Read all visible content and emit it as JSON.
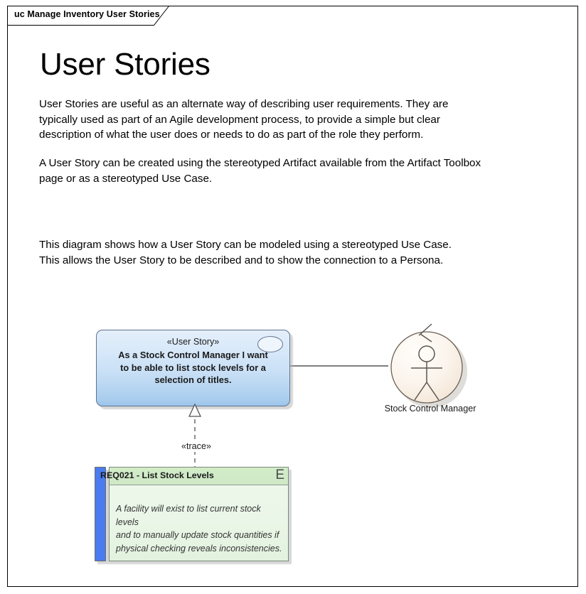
{
  "frame": {
    "tab_label": "uc Manage Inventory User Stories"
  },
  "content": {
    "title": "User Stories",
    "paragraph_1": "User Stories are useful as an alternate way of describing user requirements.  They are\ntypically used as part of an Agile development process, to provide a simple but clear\ndescription of what the user does or needs to do as part of the role they perform.",
    "paragraph_2": "A User Story can be created using the stereotyped Artifact available from the Artifact Toolbox\npage or as a stereotyped Use Case.",
    "paragraph_3": "This diagram shows how a User Story can be modeled using a stereotyped Use Case.\nThis allows the User Story to be described and to show the connection to a Persona."
  },
  "diagram": {
    "use_case": {
      "stereotype": "«User Story»",
      "name": "As a Stock Control Manager I want\nto be able to list stock levels for a\nselection of titles.",
      "icon": "use-case-oval-icon",
      "fill_top": "#e4eefb",
      "fill_bottom": "#9cc5ea",
      "border_color": "#5e7390"
    },
    "actor": {
      "label": "Stock Control Manager",
      "icon": "persona-actor-icon",
      "fill_top": "#fdf8f2",
      "fill_bottom": "#f4e7d8",
      "border_color": "#6b6258"
    },
    "association": {
      "label": "",
      "line_style": "solid",
      "color": "#555555"
    },
    "trace": {
      "label": "«trace»",
      "line_style": "dashed",
      "arrow": "hollow-triangle",
      "color": "#555555"
    },
    "requirement": {
      "header_title": "REQ021 - List Stock Levels",
      "header_icon": "E",
      "body_text": "A facility will exist to list current stock levels\nand to manually update stock quantities if\nphysical checking reveals inconsistencies.",
      "bar_color": "#4a7cf0",
      "fill_color": "#eaf6e7",
      "header_fill": "#cfe9c6",
      "border_color": "#7a8a7a"
    }
  }
}
